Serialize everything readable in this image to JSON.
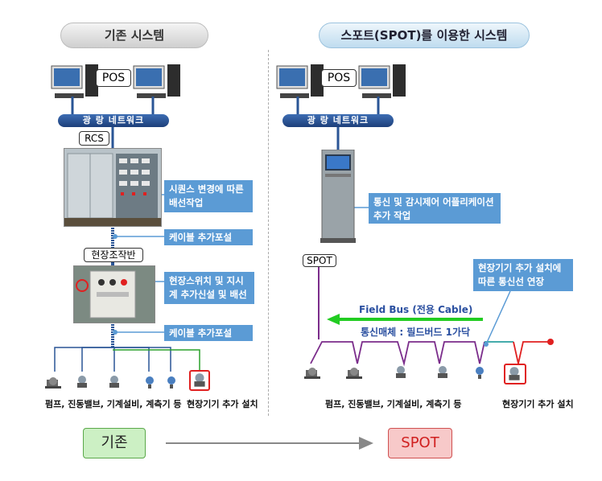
{
  "left": {
    "title": "기존 시스템",
    "pos_label": "POS",
    "network_label": "광 랑 네트워크",
    "rcs_label": "RCS",
    "callout_rewire": "시퀀스 변경에 따른 배선작업",
    "callout_cable1": "케이블 추가포설",
    "panel_label": "현장조작반",
    "callout_switch": "현장스위치 및 지시계 추가신설 및 배선",
    "callout_cable2": "케이블 추가포설",
    "devices_label": "펌프, 진동밸브, 기계설비, 계측기 등",
    "added_label": "현장기기 추가 설치"
  },
  "right": {
    "title": "스포트(SPOT)를 이용한 시스템",
    "pos_label": "POS",
    "network_label": "광 랑 네트워크",
    "callout_app": "통신 및 감시제어 어플리케이션 추가 작업",
    "spot_label": "SPOT",
    "callout_extend": "현장기기 추가 설치에 따른 통신선 연장",
    "fieldbus_label": "Field Bus (전용 Cable)",
    "medium_label": "통신매체 : 필드버드 1가닥",
    "devices_label": "펌프, 진동밸브, 기계설비, 계측기 등",
    "added_label": "현장기기 추가 설치"
  },
  "bottom": {
    "legacy_button": "기존",
    "spot_button": "SPOT"
  },
  "colors": {
    "callout_blue": "#5b9bd5",
    "network_blue": "#2a5596",
    "bus_purple": "#7b2d8b",
    "bus_teal": "#2aa0a0",
    "arrow_green": "#22cc22",
    "red": "#e02020",
    "legacy_fill": "#ccf0c4",
    "spot_fill": "#f7c9c9"
  }
}
